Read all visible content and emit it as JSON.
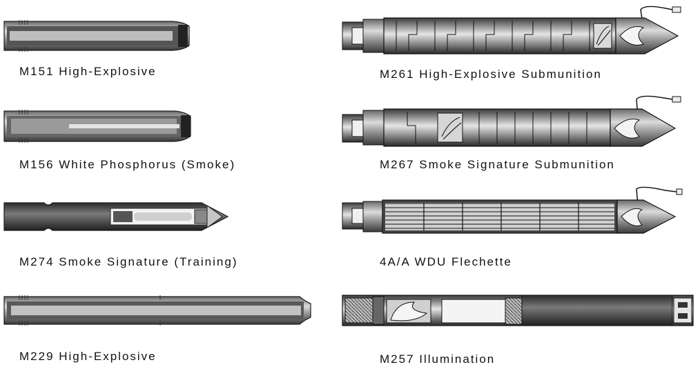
{
  "left_column": [
    {
      "key": "m151",
      "label": "M151 High-Explosive"
    },
    {
      "key": "m156",
      "label": "M156 White Phosphorus (Smoke)"
    },
    {
      "key": "m274",
      "label": "M274 Smoke Signature (Training)"
    },
    {
      "key": "m229",
      "label": "M229 High-Explosive"
    }
  ],
  "right_column": [
    {
      "key": "m261",
      "label": "M261 High-Explosive Submunition"
    },
    {
      "key": "m267",
      "label": "M267 Smoke Signature Submunition"
    },
    {
      "key": "wdu4aa",
      "label": "4A/A WDU Flechette"
    },
    {
      "key": "m257",
      "label": "M257 Illumination"
    }
  ],
  "colors": {
    "body_dark": "#4a4a4a",
    "body_mid": "#808080",
    "body_light": "#c8c8c8",
    "outline": "#1a1a1a",
    "background": "#ffffff"
  }
}
